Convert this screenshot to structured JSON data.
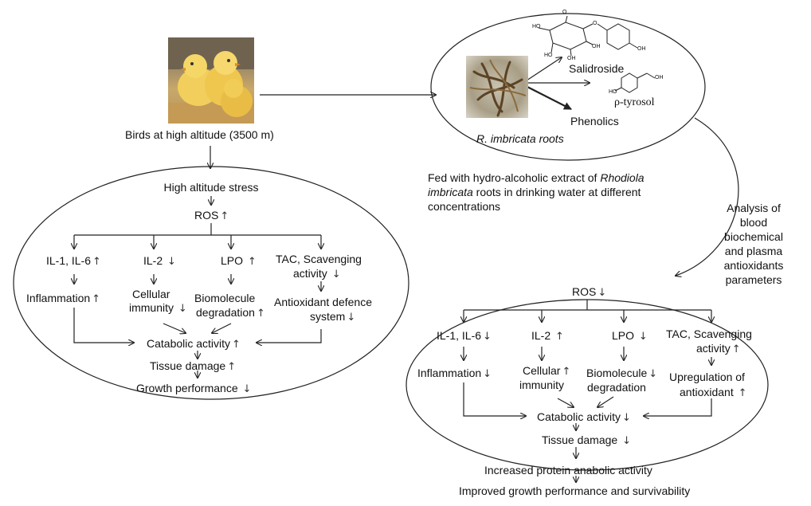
{
  "top": {
    "birds_caption": "Birds at high altitude (3500 m)",
    "extract_text_1": "Fed with hydro-alcoholic extract of ",
    "extract_species": "Rhodiola",
    "extract_text_2": "imbricata",
    "extract_text_3": " roots in drinking water at different",
    "extract_text_4": "concentrations",
    "analysis": [
      "Analysis of",
      "blood",
      "biochemical",
      "and plasma",
      "antioxidants",
      "parameters"
    ]
  },
  "roots": {
    "caption": "R. imbricata roots",
    "salidroside": "Salidroside",
    "tyrosol": "ρ-tyrosol",
    "phenolics": "Phenolics",
    "glucose_atoms": [
      "HO",
      "O",
      "O",
      "HO",
      "OH",
      "OH",
      "OH"
    ],
    "tyrosol_atoms": [
      "OH",
      "HO"
    ]
  },
  "left": {
    "stress": "High altitude stress",
    "ros": "ROS",
    "il16": "IL-1, IL-6",
    "il2": "IL-2",
    "lpo": "LPO",
    "tac": "TAC, Scavenging",
    "tac2": "activity",
    "inflammation": "Inflammation",
    "cellular": "Cellular",
    "immunity": "immunity",
    "biomolecule": "Biomolecule",
    "degradation": "degradation",
    "antiox1": "Antioxidant defence",
    "antiox2": "system",
    "catabolic": "Catabolic activity",
    "tissue": "Tissue damage",
    "growth": "Growth performance"
  },
  "right": {
    "ros": "ROS",
    "il16": "IL-1, IL-6",
    "il2": "IL-2",
    "lpo": "LPO",
    "tac": "TAC, Scavenging",
    "tac2": "activity",
    "inflammation": "Inflammation",
    "cellular": "Cellular",
    "immunity": "immunity",
    "biomolecule": "Biomolecule",
    "degradation": "degradation",
    "upreg1": "Upregulation of",
    "upreg2": "antioxidant",
    "catabolic": "Catabolic activity",
    "tissue": "Tissue damage",
    "anabolic": "Increased protein anabolic activity",
    "improved": "Improved growth performance and survivability"
  },
  "symbols": {
    "up": "↑",
    "down": "↓"
  }
}
